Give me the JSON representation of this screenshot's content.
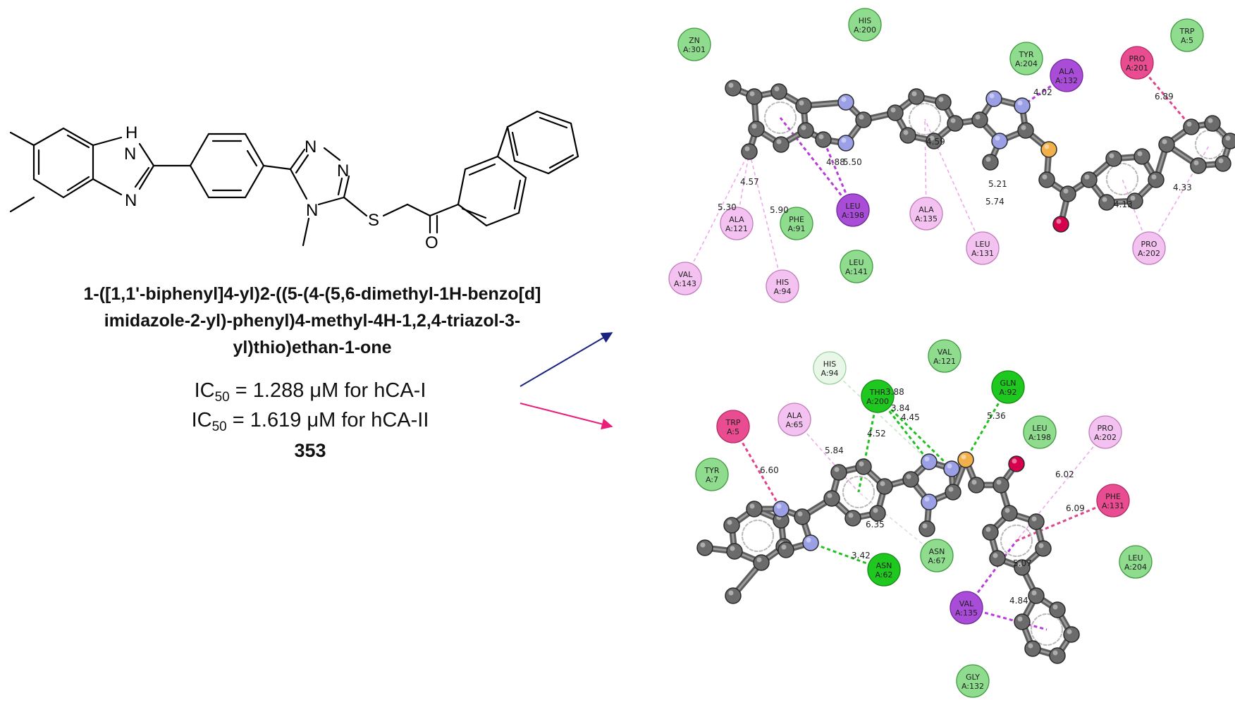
{
  "compound": {
    "atom_labels": {
      "nh": "H",
      "nh_n": "N",
      "imid_n": "N",
      "tri_n1": "N",
      "tri_n2": "N",
      "tri_n4": "N",
      "sulfur": "S",
      "oxygen": "O"
    },
    "name_lines": [
      "1-([1,1'-biphenyl]4-yl)2-((5-(4-(5,6-dimethyl-1H-benzo[d]",
      "imidazole-2-yl)-phenyl)4-methyl-4H-1,2,4-triazol-3-",
      "yl)thio)ethan-1-one"
    ],
    "ic50_1": {
      "prefix": "IC",
      "sub": "50",
      "rest": " = 1.288 μM for hCA-I"
    },
    "ic50_2": {
      "prefix": "IC",
      "sub": "50",
      "rest": " = 1.619 μM for hCA-II"
    },
    "number": "353"
  },
  "arrows": {
    "to_top": "#1a237e",
    "to_bottom": "#e91e78"
  },
  "colors": {
    "vdw": "#8fdc8f",
    "hbond": "#1fc81f",
    "hbond_weak": "#e8f7e8",
    "pi_alkyl": "#f4c2f0",
    "pi_sigma": "#a94cd8",
    "pi_pi": "#ea4c91",
    "carbon": "#6b6b6b",
    "nitrogen": "#9a9fe6",
    "sulfur": "#f2b04a",
    "oxygen": "#d6004c"
  },
  "hCA_I_panel": {
    "residues": [
      {
        "id": "zn301",
        "l1": "ZN",
        "l2": "A:301",
        "type": "vdw"
      },
      {
        "id": "his200",
        "l1": "HIS",
        "l2": "A:200",
        "type": "vdw"
      },
      {
        "id": "tyr204",
        "l1": "TYR",
        "l2": "A:204",
        "type": "vdw"
      },
      {
        "id": "ala132",
        "l1": "ALA",
        "l2": "A:132",
        "type": "pi_sigma"
      },
      {
        "id": "pro201",
        "l1": "PRO",
        "l2": "A:201",
        "type": "pi_pi"
      },
      {
        "id": "trp5",
        "l1": "TRP",
        "l2": "A:5",
        "type": "vdw"
      },
      {
        "id": "ala121",
        "l1": "ALA",
        "l2": "A:121",
        "type": "pi_alkyl"
      },
      {
        "id": "phe91",
        "l1": "PHE",
        "l2": "A:91",
        "type": "vdw"
      },
      {
        "id": "leu198",
        "l1": "LEU",
        "l2": "A:198",
        "type": "pi_sigma"
      },
      {
        "id": "ala135",
        "l1": "ALA",
        "l2": "A:135",
        "type": "pi_alkyl"
      },
      {
        "id": "leu131",
        "l1": "LEU",
        "l2": "A:131",
        "type": "pi_alkyl"
      },
      {
        "id": "pro202",
        "l1": "PRO",
        "l2": "A:202",
        "type": "pi_alkyl"
      },
      {
        "id": "val143",
        "l1": "VAL",
        "l2": "A:143",
        "type": "pi_alkyl"
      },
      {
        "id": "his94",
        "l1": "HIS",
        "l2": "A:94",
        "type": "pi_alkyl"
      },
      {
        "id": "leu141",
        "l1": "LEU",
        "l2": "A:141",
        "type": "vdw"
      }
    ],
    "distances": [
      "4.02",
      "6.89",
      "4.57",
      "5.30",
      "5.90",
      "4.88",
      "5.50",
      "4.59",
      "5.21",
      "5.74",
      "4.13",
      "4.33"
    ]
  },
  "hCA_II_panel": {
    "residues": [
      {
        "id": "his94",
        "l1": "HIS",
        "l2": "A:94",
        "type": "hbond_weak"
      },
      {
        "id": "thr200",
        "l1": "THR",
        "l2": "A:200",
        "type": "hbond"
      },
      {
        "id": "val121",
        "l1": "VAL",
        "l2": "A:121",
        "type": "vdw"
      },
      {
        "id": "gln92",
        "l1": "GLN",
        "l2": "A:92",
        "type": "hbond"
      },
      {
        "id": "trp5",
        "l1": "TRP",
        "l2": "A:5",
        "type": "pi_pi"
      },
      {
        "id": "ala65",
        "l1": "ALA",
        "l2": "A:65",
        "type": "pi_alkyl"
      },
      {
        "id": "leu198",
        "l1": "LEU",
        "l2": "A:198",
        "type": "vdw"
      },
      {
        "id": "pro202",
        "l1": "PRO",
        "l2": "A:202",
        "type": "pi_alkyl"
      },
      {
        "id": "tyr7",
        "l1": "TYR",
        "l2": "A:7",
        "type": "vdw"
      },
      {
        "id": "phe131",
        "l1": "PHE",
        "l2": "A:131",
        "type": "pi_pi"
      },
      {
        "id": "asn67",
        "l1": "ASN",
        "l2": "A:67",
        "type": "vdw"
      },
      {
        "id": "leu204",
        "l1": "LEU",
        "l2": "A:204",
        "type": "vdw"
      },
      {
        "id": "asn62",
        "l1": "ASN",
        "l2": "A:62",
        "type": "hbond"
      },
      {
        "id": "val135",
        "l1": "VAL",
        "l2": "A:135",
        "type": "pi_sigma"
      },
      {
        "id": "gly132",
        "l1": "GLY",
        "l2": "A:132",
        "type": "vdw"
      }
    ],
    "distances": [
      "3.88",
      "3.84",
      "4.45",
      "5.36",
      "4.52",
      "5.84",
      "6.60",
      "6.35",
      "3.42",
      "6.02",
      "6.09",
      "5.07",
      "4.84"
    ]
  }
}
